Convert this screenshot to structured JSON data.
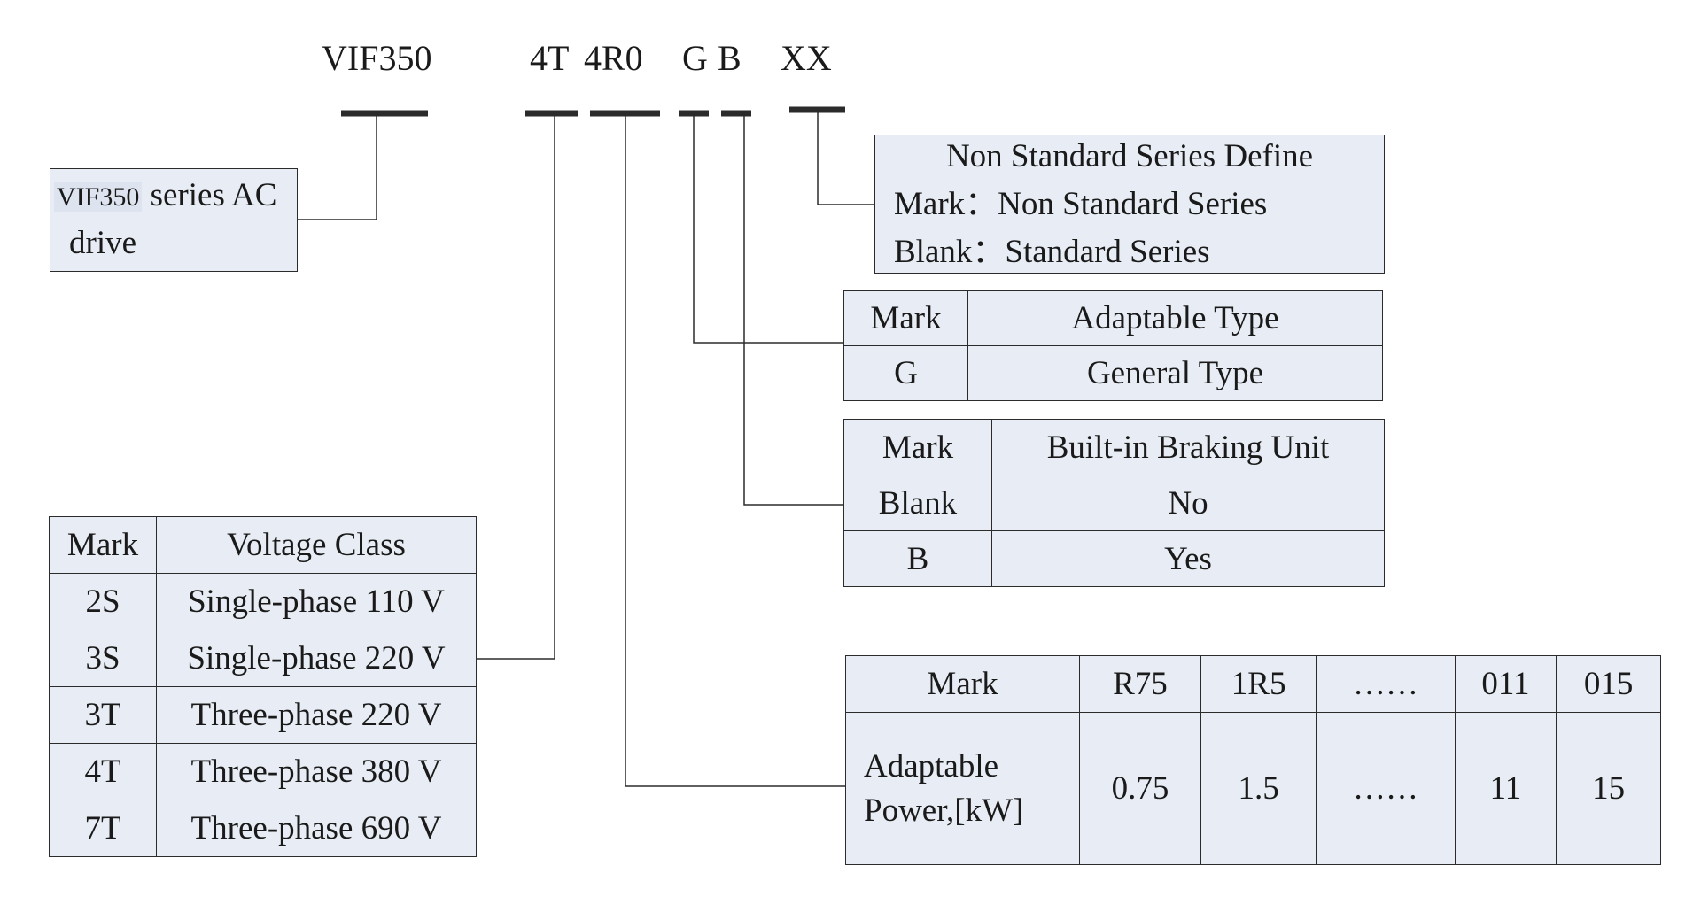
{
  "model_code": {
    "series": "VIF350",
    "voltage": "4T",
    "power": "4R0",
    "type": "G",
    "braking": "B",
    "nonstandard": "XX"
  },
  "series_box": {
    "highlight": "VIF350",
    "line1_rest": " series AC",
    "line2": "drive"
  },
  "nonstandard_box": {
    "title": "Non Standard Series Define",
    "line_mark": "Mark：Non Standard Series",
    "line_blank": "Blank：Standard Series"
  },
  "adaptable_type_table": {
    "headers": [
      "Mark",
      "Adaptable Type"
    ],
    "rows": [
      [
        "G",
        "General Type"
      ]
    ]
  },
  "braking_table": {
    "headers": [
      "Mark",
      "Built-in Braking Unit"
    ],
    "rows": [
      [
        "Blank",
        "No"
      ],
      [
        "B",
        "Yes"
      ]
    ]
  },
  "voltage_table": {
    "headers": [
      "Mark",
      "Voltage Class"
    ],
    "rows": [
      [
        "2S",
        "Single-phase 110 V"
      ],
      [
        "3S",
        "Single-phase 220 V"
      ],
      [
        "3T",
        "Three-phase 220 V"
      ],
      [
        "4T",
        "Three-phase 380 V"
      ],
      [
        "7T",
        "Three-phase 690 V"
      ]
    ]
  },
  "power_table": {
    "mark_label": "Mark",
    "row_label_line1": "Adaptable",
    "row_label_line2": "Power,[kW]",
    "marks": [
      "R75",
      "1R5",
      "……",
      "011",
      "015"
    ],
    "values": [
      "0.75",
      "1.5",
      "……",
      "11",
      "15"
    ]
  },
  "colors": {
    "box_fill": "#e8edf5",
    "line": "#2b2b2b"
  }
}
